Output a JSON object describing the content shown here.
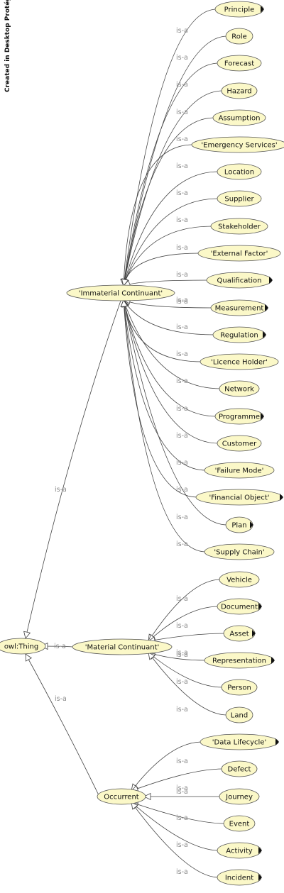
{
  "credit": "Created in Desktop Protégé",
  "relation_label": "is-a",
  "colors": {
    "node_fill": "#fbf8c8",
    "node_stroke": "#555555",
    "edge": "#444444",
    "edge_label": "#8a8a8a"
  },
  "root": {
    "id": "thing",
    "label": "owl:Thing"
  },
  "groups": [
    {
      "id": "immaterial",
      "label": "'Immaterial Continuant'",
      "children": [
        {
          "label": "Principle",
          "expandable": true
        },
        {
          "label": "Role",
          "expandable": false
        },
        {
          "label": "Forecast",
          "expandable": false
        },
        {
          "label": "Hazard",
          "expandable": false
        },
        {
          "label": "Assumption",
          "expandable": false
        },
        {
          "label": "'Emergency Services'",
          "expandable": false
        },
        {
          "label": "Location",
          "expandable": false
        },
        {
          "label": "Supplier",
          "expandable": false
        },
        {
          "label": "Stakeholder",
          "expandable": false
        },
        {
          "label": "'External Factor'",
          "expandable": false
        },
        {
          "label": "Qualification",
          "expandable": true
        },
        {
          "label": "Measurement",
          "expandable": true
        },
        {
          "label": "Regulation",
          "expandable": true
        },
        {
          "label": "'Licence Holder'",
          "expandable": false
        },
        {
          "label": "Network",
          "expandable": false
        },
        {
          "label": "Programme",
          "expandable": true
        },
        {
          "label": "Customer",
          "expandable": false
        },
        {
          "label": "'Failure Mode'",
          "expandable": false
        },
        {
          "label": "'Financial Object'",
          "expandable": true
        },
        {
          "label": "Plan",
          "expandable": true
        },
        {
          "label": "'Supply Chain'",
          "expandable": false
        }
      ]
    },
    {
      "id": "material",
      "label": "'Material Continuant'",
      "children": [
        {
          "label": "Vehicle",
          "expandable": false
        },
        {
          "label": "Document",
          "expandable": true
        },
        {
          "label": "Asset",
          "expandable": true
        },
        {
          "label": "Representation",
          "expandable": true
        },
        {
          "label": "Person",
          "expandable": false
        },
        {
          "label": "Land",
          "expandable": false
        }
      ]
    },
    {
      "id": "occurrent",
      "label": "Occurrent",
      "children": [
        {
          "label": "'Data Lifecycle'",
          "expandable": true
        },
        {
          "label": "Defect",
          "expandable": false
        },
        {
          "label": "Journey",
          "expandable": false
        },
        {
          "label": "Event",
          "expandable": false
        },
        {
          "label": "Activity",
          "expandable": true
        },
        {
          "label": "Incident",
          "expandable": true
        }
      ]
    }
  ]
}
